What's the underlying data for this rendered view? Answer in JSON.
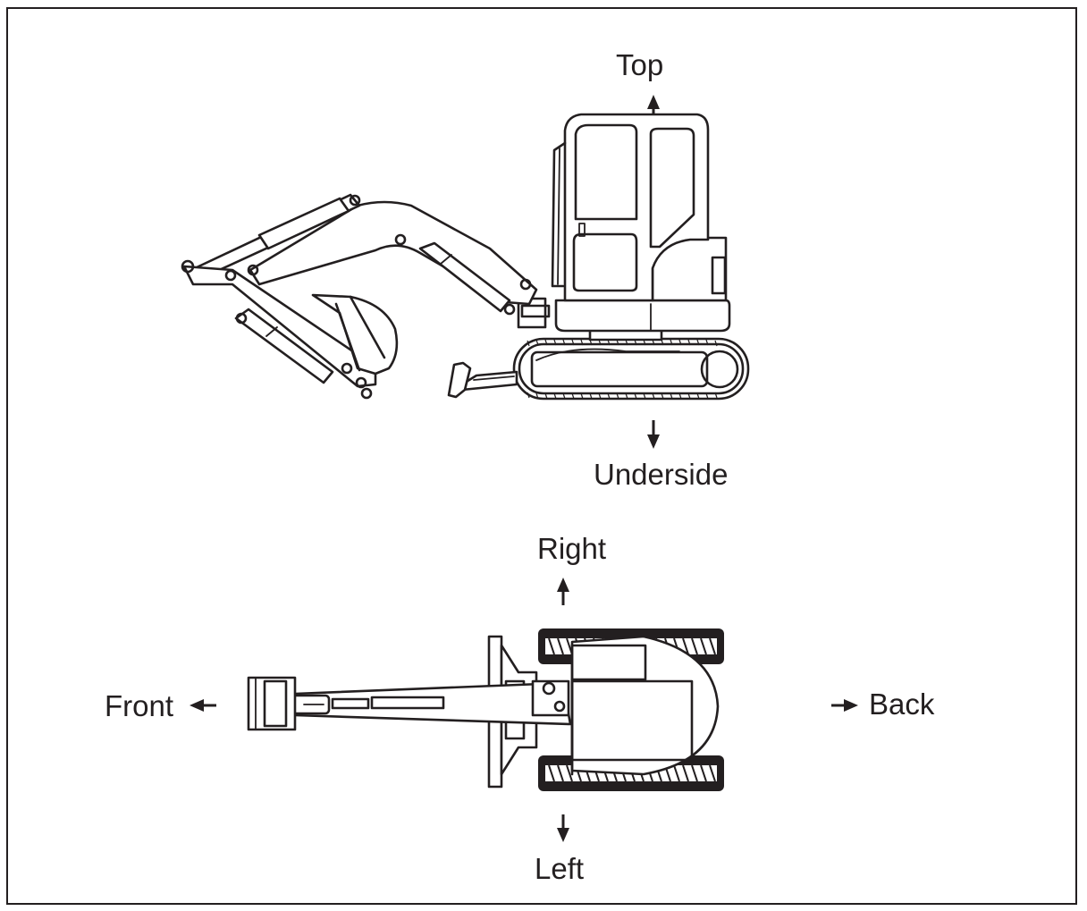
{
  "diagram": {
    "labels": {
      "top": "Top",
      "underside": "Underside",
      "right": "Right",
      "left": "Left",
      "front": "Front",
      "back": "Back"
    },
    "colors": {
      "line": "#231f20",
      "background": "#ffffff"
    }
  }
}
